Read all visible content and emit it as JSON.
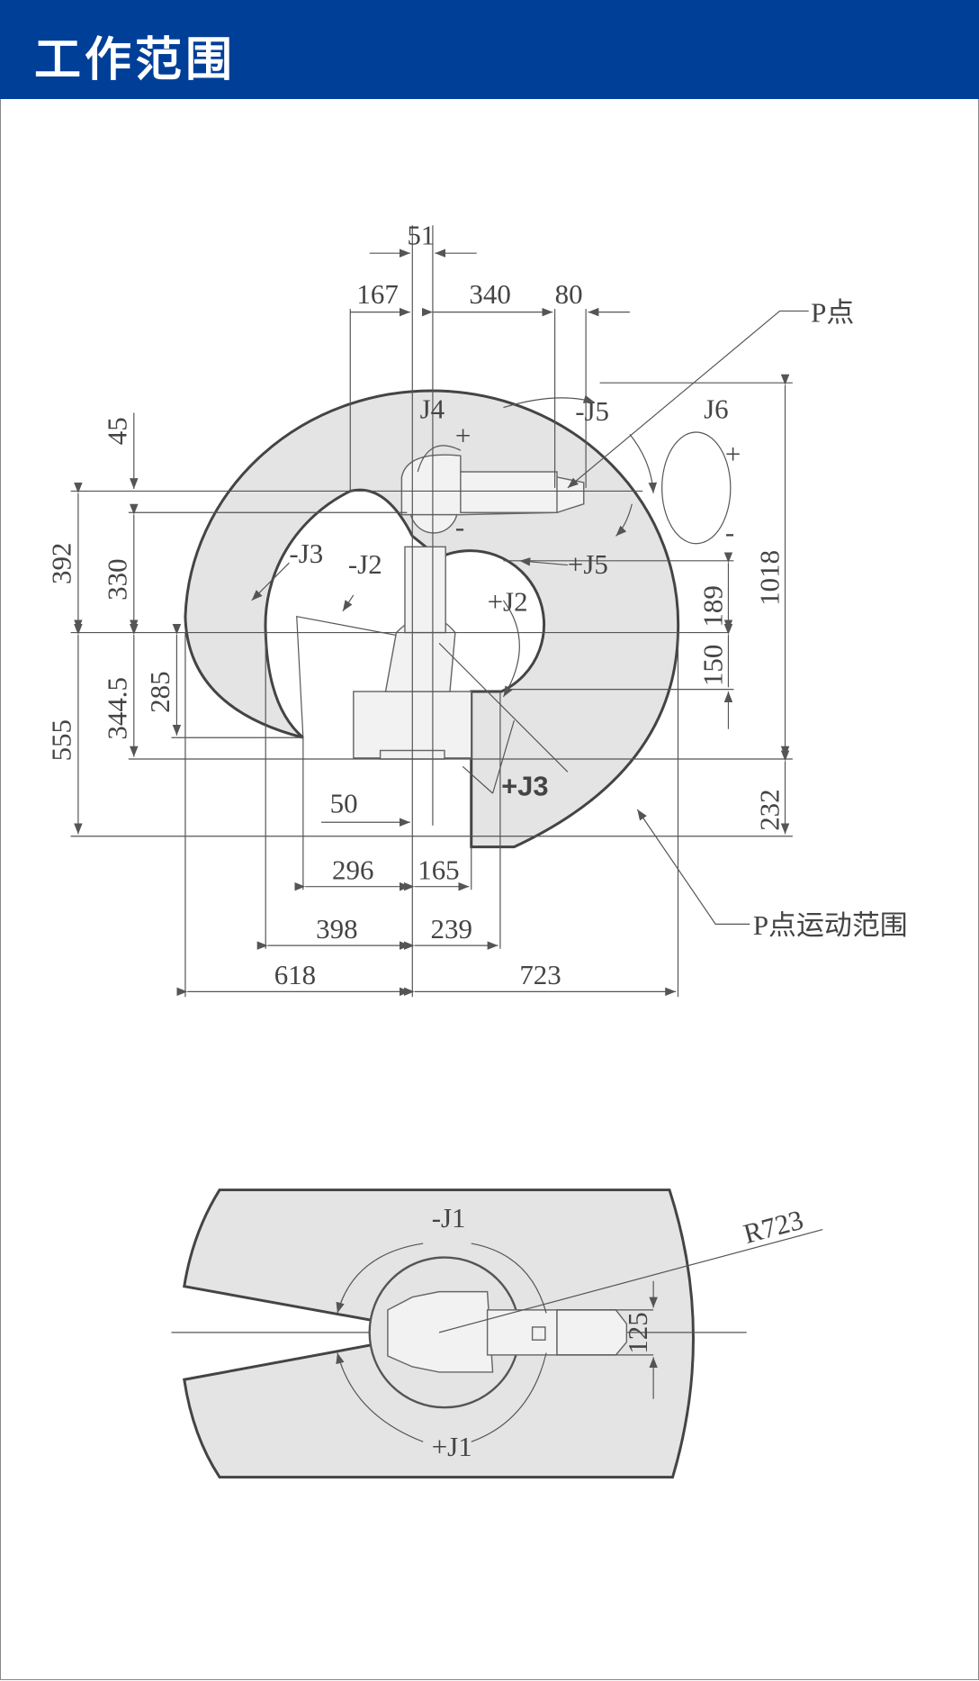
{
  "header": {
    "title": "工作范围",
    "background": "#003f98"
  },
  "side_view": {
    "dimensions": {
      "d51": "51",
      "d167": "167",
      "d340": "340",
      "d80": "80",
      "d45": "45",
      "d392": "392",
      "d330": "330",
      "d344": "344.5",
      "d285": "285",
      "d555": "555",
      "d189": "189",
      "d150": "150",
      "d1018": "1018",
      "d232": "232",
      "d50": "50",
      "d296": "296",
      "d165": "165",
      "d398": "398",
      "d239": "239",
      "d618": "618",
      "d723": "723"
    },
    "labels": {
      "p_point": "P点",
      "p_range": "P点运动范围",
      "j4": "J4",
      "j4_plus": "+",
      "j4_minus": "-",
      "j5_minus": "-J5",
      "j5_plus": "+J5",
      "j6": "J6",
      "j6_plus": "+",
      "j6_minus": "-",
      "j3_minus": "-J3",
      "j2_minus": "-J2",
      "j2_plus": "+J2",
      "j3_plus": "+J3"
    },
    "region_fill": "#e4e4e4"
  },
  "top_view": {
    "labels": {
      "j1_minus": "-J1",
      "j1_plus": "+J1",
      "radius": "R723",
      "d125": "125"
    }
  }
}
